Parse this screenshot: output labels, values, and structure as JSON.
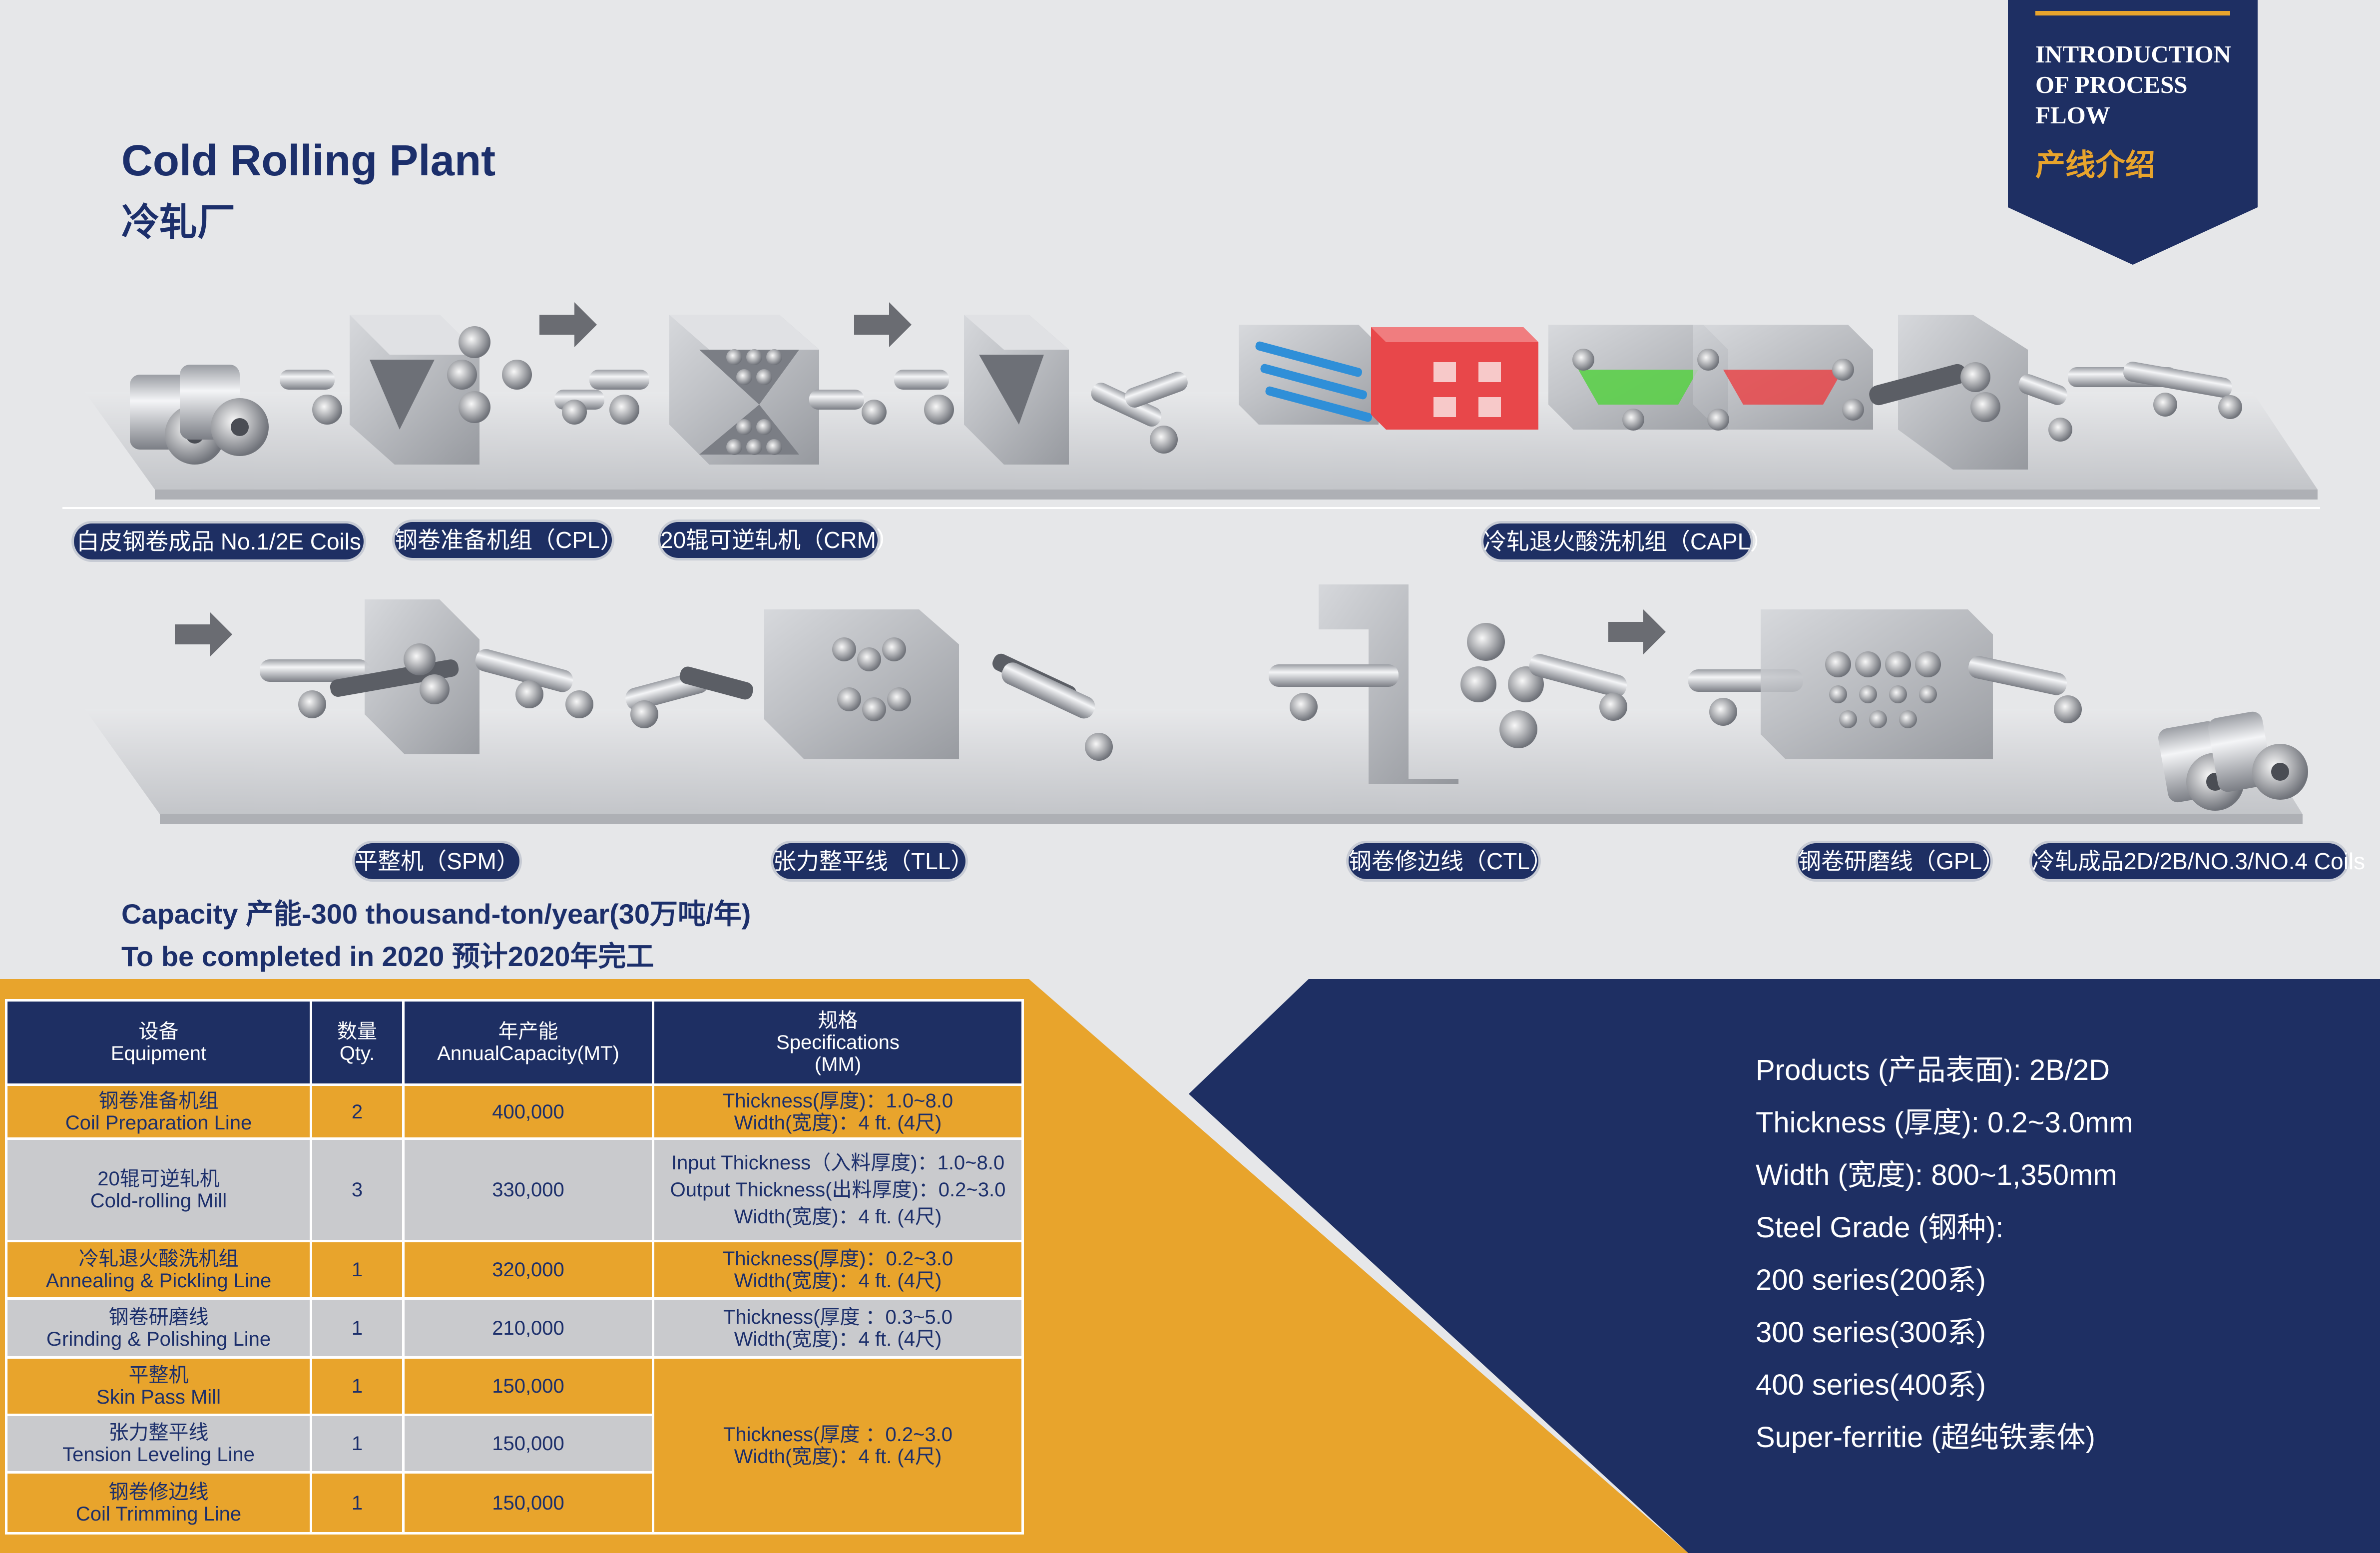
{
  "title": {
    "en": "Cold Rolling Plant",
    "cn": "冷轧厂"
  },
  "banner": {
    "lines": [
      "INTRODUCTION",
      "OF PROCESS",
      "FLOW"
    ],
    "cn": "产线介绍"
  },
  "labels": {
    "coils_in": "白皮钢卷成品 No.1/2E Coils",
    "cpl": "钢卷准备机组（CPL）",
    "crm": "20辊可逆轧机（CRM）",
    "capl": "冷轧退火酸洗机组（CAPL）",
    "spm": "平整机（SPM）",
    "tll": "张力整平线（TLL）",
    "ctl": "钢卷修边线（CTL）",
    "gpl": "钢卷研磨线（GPL）",
    "coils_out": "冷轧成品2D/2B/NO.3/NO.4 Coils"
  },
  "capacity": {
    "line1": "Capacity 产能-300 thousand-ton/year(30万吨/年)",
    "line2": "To be completed in 2020 预计2020年完工"
  },
  "table": {
    "headers": [
      {
        "cn": "设备",
        "en": "Equipment"
      },
      {
        "cn": "数量",
        "en": "Qty."
      },
      {
        "cn": "年产能",
        "en": "AnnualCapacity(MT)"
      },
      {
        "cn": "规格",
        "en": "Specifications",
        "unit": "(MM)"
      }
    ],
    "rows": [
      {
        "cn": "钢卷准备机组",
        "en": "Coil Preparation Line",
        "qty": "2",
        "cap": "400,000",
        "spec1": "Thickness(厚度)：1.0~8.0",
        "spec2": "Width(宽度)：4 ft. (4尺)"
      },
      {
        "cn": "20辊可逆轧机",
        "en": "Cold-rolling Mill",
        "qty": "3",
        "cap": "330,000",
        "spec1": "Input Thickness（入料厚度)：1.0~8.0",
        "spec2": "Output Thickness(出料厚度)：0.2~3.0",
        "spec3": "Width(宽度)：4 ft. (4尺)"
      },
      {
        "cn": "冷轧退火酸洗机组",
        "en": "Annealing & Pickling Line",
        "qty": "1",
        "cap": "320,000",
        "spec1": "Thickness(厚度)：0.2~3.0",
        "spec2": "Width(宽度)：4 ft. (4尺)"
      },
      {
        "cn": "钢卷研磨线",
        "en": "Grinding & Polishing Line",
        "qty": "1",
        "cap": "210,000",
        "spec1": "Thickness(厚度 ：0.3~5.0",
        "spec2": "Width(宽度)：4 ft. (4尺)"
      },
      {
        "cn": "平整机",
        "en": "Skin Pass Mill",
        "qty": "1",
        "cap": "150,000"
      },
      {
        "cn": "张力整平线",
        "en": "Tension Leveling Line",
        "qty": "1",
        "cap": "150,000"
      },
      {
        "cn": "钢卷修边线",
        "en": "Coil Trimming Line",
        "qty": "1",
        "cap": "150,000"
      }
    ],
    "merged_spec1": "Thickness(厚度 ：0.2~3.0",
    "merged_spec2": "Width(宽度)：4 ft. (4尺)"
  },
  "products": [
    "Products (产品表面): 2B/2D",
    "Thickness (厚度): 0.2~3.0mm",
    "Width (宽度): 800~1,350mm",
    "Steel Grade (钢种):",
    "200 series(200系)",
    "300 series(300系)",
    "400 series(400系)",
    "Super-ferritie (超纯铁素体)"
  ],
  "colors": {
    "navy": "#1e2f63",
    "gold": "#e8a42c",
    "red_furnace": "#e8474a",
    "blue_heater": "#2f8fd8",
    "green_tank": "#5ccf4a"
  }
}
